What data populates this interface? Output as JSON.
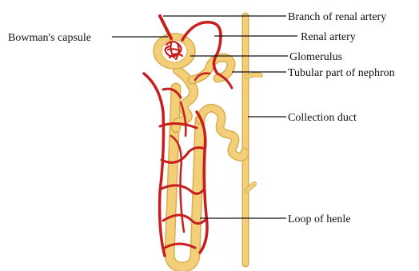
{
  "colors": {
    "tubule": "#f3cf7a",
    "tubule_edge": "#d9ad4e",
    "vessel": "#c81e1e",
    "text": "#111111"
  },
  "labels": {
    "branch_of_renal_artery": "Branch of renal artery",
    "bowmans_capsule": "Bowman's capsule",
    "renal_artery": "Renal artery",
    "glomerulus": "Glomerulus",
    "tubular_part": "Tubular part of nephron",
    "collection_duct": "Collection duct",
    "loop_of_henle": "Loop of henle"
  }
}
